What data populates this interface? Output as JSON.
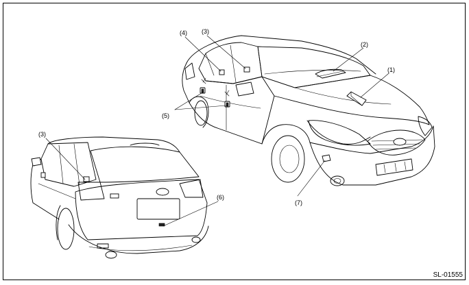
{
  "diagram": {
    "code": "SL-01555",
    "callouts": [
      {
        "id": "label-1",
        "text": "(1)"
      },
      {
        "id": "label-2",
        "text": "(2)"
      },
      {
        "id": "label-3a",
        "text": "(3)"
      },
      {
        "id": "label-3b",
        "text": "(3)"
      },
      {
        "id": "label-4",
        "text": "(4)"
      },
      {
        "id": "label-5",
        "text": "(5)"
      },
      {
        "id": "label-6",
        "text": "(6)"
      },
      {
        "id": "label-7",
        "text": "(7)"
      }
    ]
  }
}
